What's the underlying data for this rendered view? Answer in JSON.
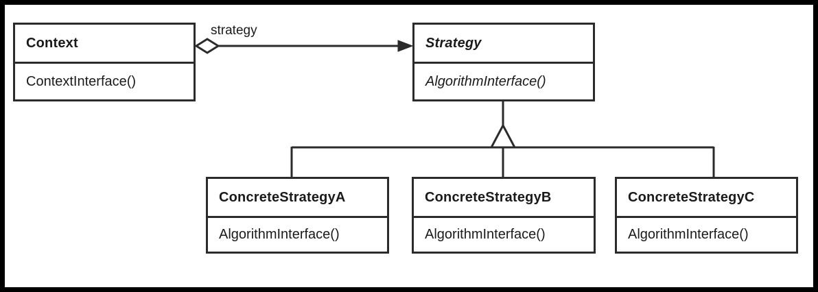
{
  "diagram": {
    "kind": "uml-class-diagram",
    "colors": {
      "frame": "#000000",
      "line": "#2b2b2b",
      "text": "#1a1a1a",
      "background": "#ffffff",
      "box_fill": "#ffffff"
    }
  },
  "classes": {
    "context": {
      "name": "Context",
      "method": "ContextInterface()"
    },
    "strategy": {
      "name": "Strategy",
      "method": "AlgorithmInterface()"
    },
    "concrete_a": {
      "name": "ConcreteStrategyA",
      "method": "AlgorithmInterface()"
    },
    "concrete_b": {
      "name": "ConcreteStrategyB",
      "method": "AlgorithmInterface()"
    },
    "concrete_c": {
      "name": "ConcreteStrategyC",
      "method": "AlgorithmInterface()"
    }
  },
  "relations": {
    "aggregation": {
      "label": "strategy",
      "from": "Context",
      "to": "Strategy",
      "tail": "hollow-diamond",
      "head": "filled-arrow"
    },
    "inheritance": {
      "parent": "Strategy",
      "children": [
        "ConcreteStrategyA",
        "ConcreteStrategyB",
        "ConcreteStrategyC"
      ],
      "marker": "hollow-triangle"
    }
  }
}
